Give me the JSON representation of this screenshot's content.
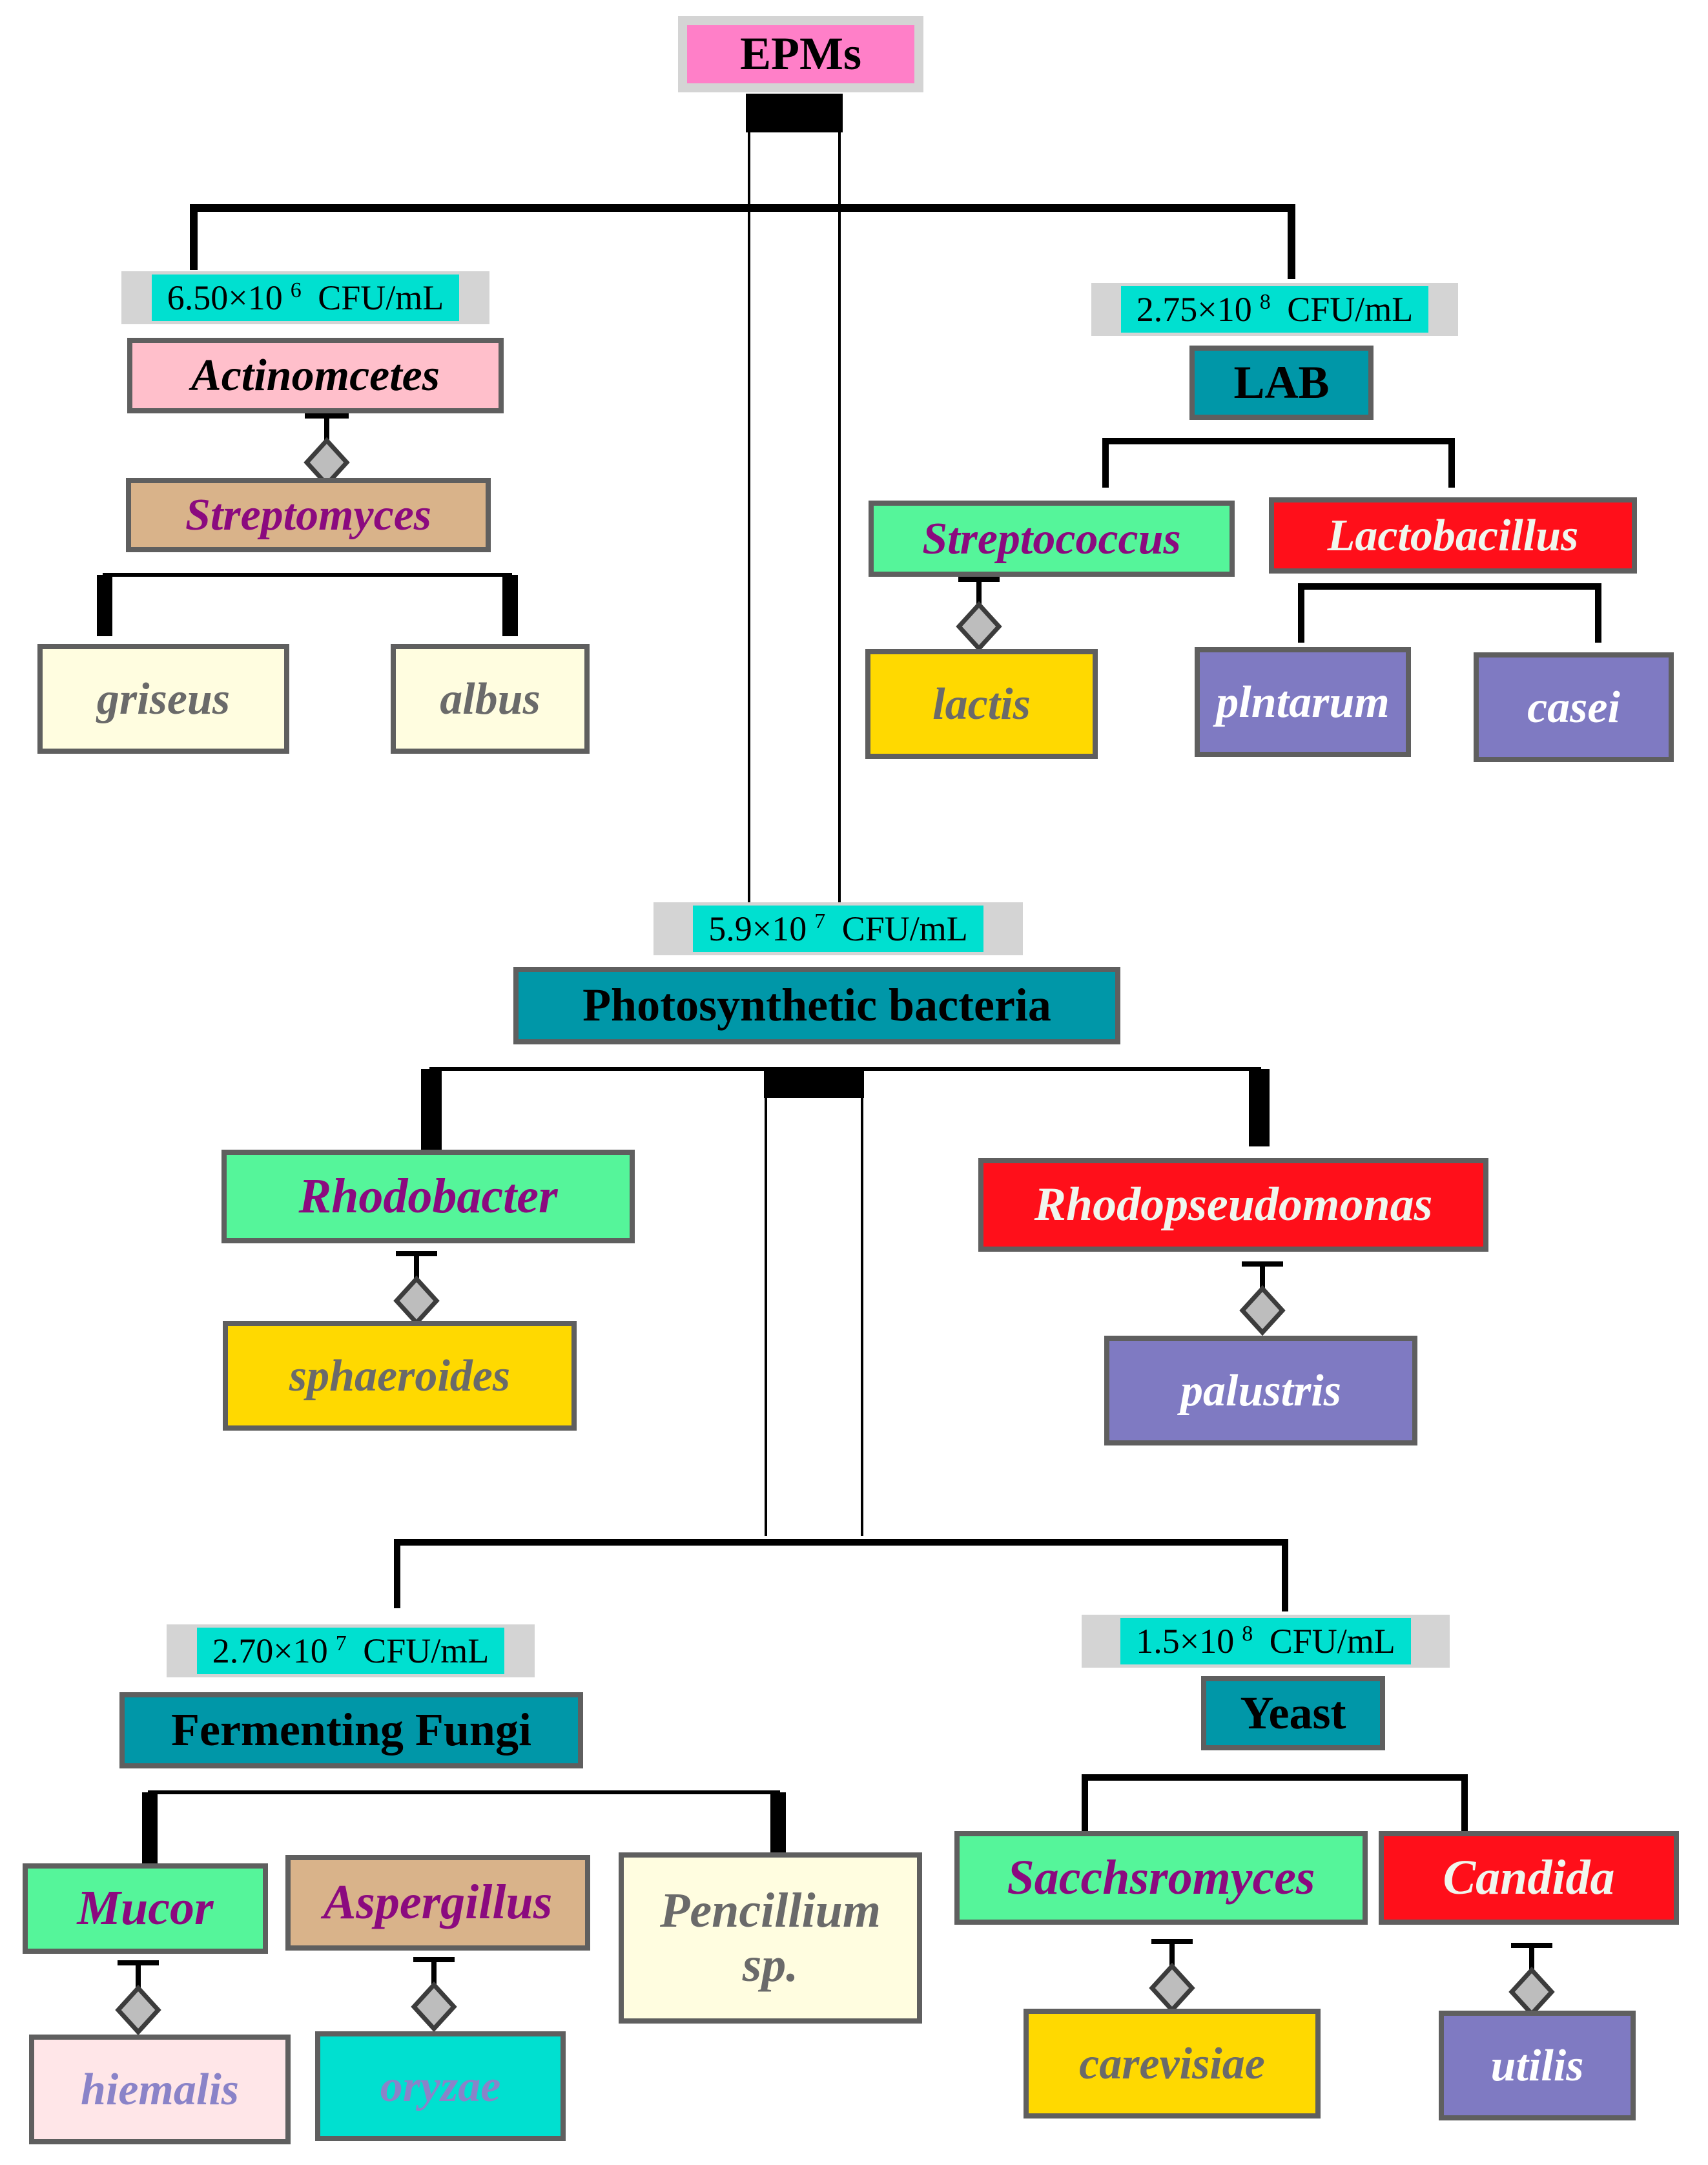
{
  "colors": {
    "pink": "#ff7fc8",
    "teal": "#0097a8",
    "rose": "#ffbfcb",
    "tan": "#d9b38a",
    "cream": "#fffde0",
    "mint": "#55f59a",
    "gold": "#ffd900",
    "red": "#ff0f1a",
    "purple": "#7f7ac2",
    "cyan": "#00e0d0",
    "lightpink": "#ffe6e8",
    "line": "#000000",
    "border": "#5f5f5f",
    "diamond": "#bdbdbd"
  },
  "root": {
    "label": "EPMs"
  },
  "actinomycetes": {
    "cfu": {
      "value": "6.50×10",
      "exp": "6",
      "unit": "CFU/mL"
    },
    "label": "Actinomcetes",
    "genus": "Streptomyces",
    "species": [
      "griseus",
      "albus"
    ]
  },
  "lab": {
    "cfu": {
      "value": "2.75×10",
      "exp": "8",
      "unit": "CFU/mL"
    },
    "label": "LAB",
    "streptococcus": {
      "label": "Streptococcus",
      "species": "lactis"
    },
    "lactobacillus": {
      "label": "Lactobacillus",
      "species": [
        "plntarum",
        "casei"
      ]
    }
  },
  "photosynthetic": {
    "cfu": {
      "value": "5.9×10",
      "exp": "7",
      "unit": "CFU/mL"
    },
    "label": "Photosynthetic bacteria",
    "rhodobacter": {
      "label": "Rhodobacter",
      "species": "sphaeroides"
    },
    "rhodopseudomonas": {
      "label": "Rhodopseudomonas",
      "species": "palustris"
    }
  },
  "fungi": {
    "cfu": {
      "value": "2.70×10",
      "exp": "7",
      "unit": "CFU/mL"
    },
    "label": "Fermenting Fungi",
    "mucor": {
      "label": "Mucor",
      "species": "hiemalis"
    },
    "aspergillus": {
      "label": "Aspergillus",
      "species": "oryzae"
    },
    "pencillium": {
      "label": "Pencillium sp."
    }
  },
  "yeast": {
    "cfu": {
      "value": "1.5×10",
      "exp": "8",
      "unit": "CFU/mL"
    },
    "label": "Yeast",
    "sacchsromyces": {
      "label": "Sacchsromyces",
      "species": "carevisiae"
    },
    "candida": {
      "label": "Candida",
      "species": "utilis"
    }
  }
}
